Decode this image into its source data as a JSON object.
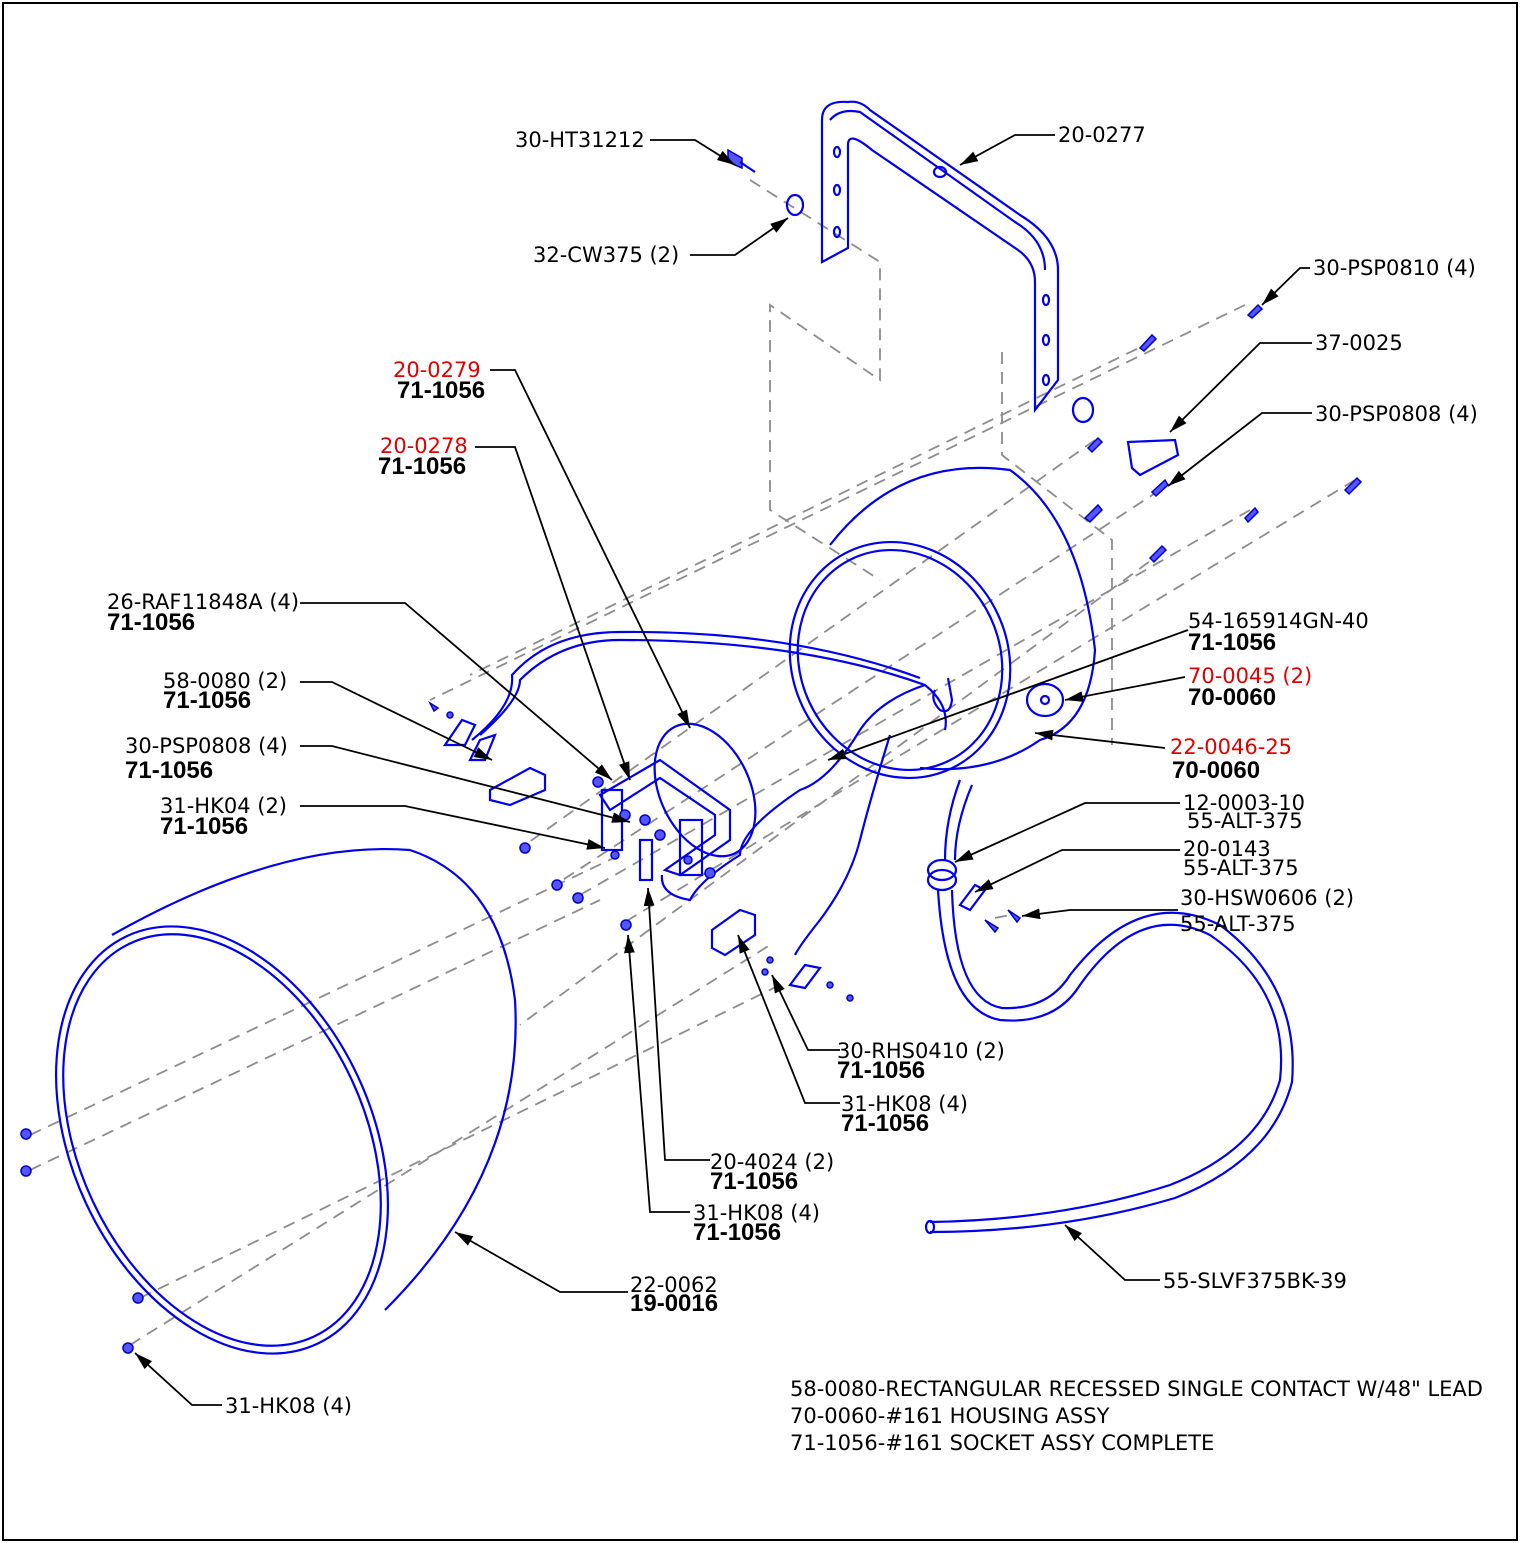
{
  "callouts": [
    {
      "id": "c1",
      "part": "30-HT31212",
      "sub": ""
    },
    {
      "id": "c2",
      "part": "20-0277",
      "sub": ""
    },
    {
      "id": "c3",
      "part": "32-CW375 (2)",
      "sub": ""
    },
    {
      "id": "c4",
      "part": "30-PSP0810 (4)",
      "sub": ""
    },
    {
      "id": "c5",
      "part": "37-0025",
      "sub": ""
    },
    {
      "id": "c6",
      "part": "30-PSP0808 (4)",
      "sub": ""
    },
    {
      "id": "c7",
      "part": "20-0279",
      "sub": "71-1056",
      "color": "#e00000"
    },
    {
      "id": "c8",
      "part": "20-0278",
      "sub": "71-1056",
      "color": "#e00000"
    },
    {
      "id": "c9",
      "part": "26-RAF11848A (4)",
      "sub": "71-1056"
    },
    {
      "id": "c10",
      "part": "54-165914GN-40",
      "sub": "71-1056"
    },
    {
      "id": "c11",
      "part": "58-0080 (2)",
      "sub": "71-1056"
    },
    {
      "id": "c12",
      "part": "70-0045 (2)",
      "sub": "70-0060",
      "color": "#e00000"
    },
    {
      "id": "c13",
      "part": "30-PSP0808 (4)",
      "sub": "71-1056"
    },
    {
      "id": "c14",
      "part": "22-0046-25",
      "sub": "70-0060",
      "color": "#e00000"
    },
    {
      "id": "c15",
      "part": "31-HK04 (2)",
      "sub": "71-1056"
    },
    {
      "id": "c16",
      "part": "12-0003-10",
      "sub": "55-ALT-375"
    },
    {
      "id": "c17",
      "part": "20-0143",
      "sub": "55-ALT-375"
    },
    {
      "id": "c18",
      "part": "30-HSW0606 (2)",
      "sub": "55-ALT-375"
    },
    {
      "id": "c19",
      "part": "30-RHS0410 (2)",
      "sub": "71-1056"
    },
    {
      "id": "c20",
      "part": "31-HK08 (4)",
      "sub": "71-1056"
    },
    {
      "id": "c21",
      "part": "20-4024 (2)",
      "sub": "71-1056"
    },
    {
      "id": "c22",
      "part": "31-HK08 (4)",
      "sub": "71-1056"
    },
    {
      "id": "c23",
      "part": "22-0062",
      "sub": "19-0016"
    },
    {
      "id": "c24",
      "part": "55-SLVF375BK-39",
      "sub": ""
    },
    {
      "id": "c25",
      "part": "31-HK08 (4)",
      "sub": ""
    }
  ],
  "notes": [
    "58-0080-RECTANGULAR RECESSED SINGLE CONTACT W/48\" LEAD",
    "70-0060-#161 HOUSING ASSY",
    "71-1056-#161 SOCKET ASSY COMPLETE"
  ],
  "colors": {
    "part_line": "#0000ee",
    "highlight_label": "#e00000",
    "construction_line": "#8c8c8c"
  }
}
